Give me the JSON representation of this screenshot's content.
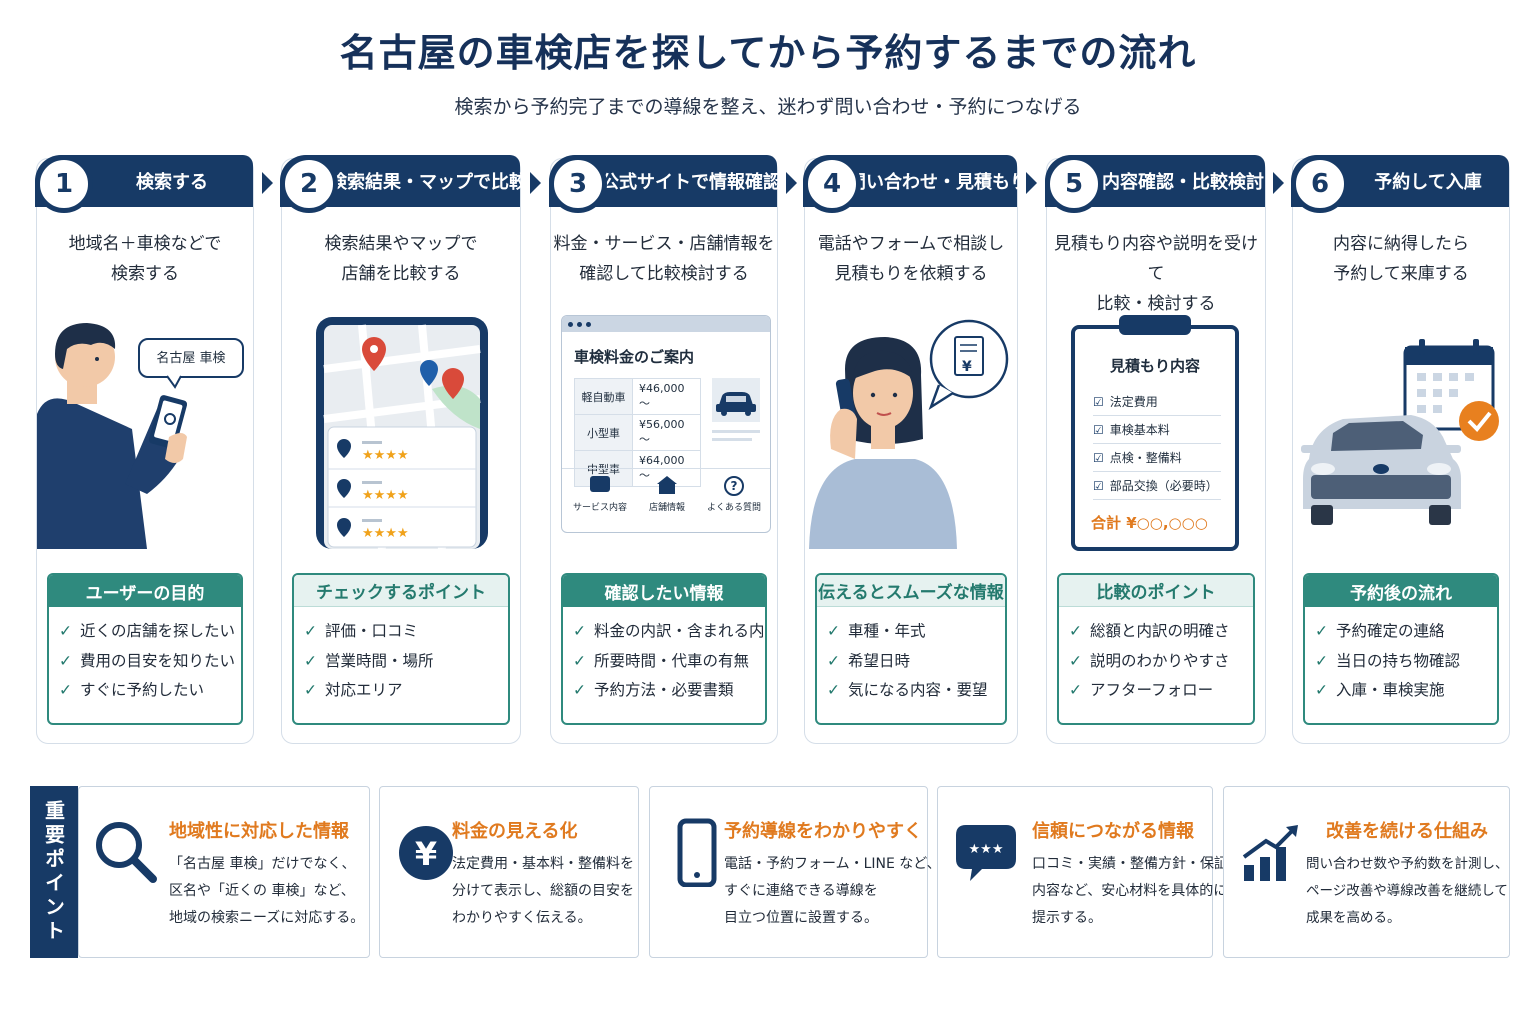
{
  "title": "名古屋の車検店を探してから予約するまでの流れ",
  "subtitle": "検索から予約完了までの導線を整え、迷わず問い合わせ・予約につなげる",
  "steps": [
    {
      "num": "1",
      "title": "検索する",
      "desc1": "地域名＋車検などで",
      "desc2": "検索する",
      "search_bubble": "名古屋 車検",
      "box_title": "ユーザーの目的",
      "items": [
        "近くの店舗を探したい",
        "費用の目安を知りたい",
        "すぐに予約したい"
      ]
    },
    {
      "num": "2",
      "title": "検索結果・マップで比較",
      "desc1": "検索結果やマップで",
      "desc2": "店舗を比較する",
      "box_title": "チェックするポイント",
      "items": [
        "評価・口コミ",
        "営業時間・場所",
        "対応エリア"
      ]
    },
    {
      "num": "3",
      "title": "公式サイトで情報確認",
      "desc1": "料金・サービス・店舗情報を",
      "desc2": "確認して比較検討する",
      "site_title": "車検料金のご案内",
      "price_rows": [
        {
          "type": "軽自動車",
          "price": "¥46,000～"
        },
        {
          "type": "小型車",
          "price": "¥56,000～"
        },
        {
          "type": "中型車",
          "price": "¥64,000～"
        }
      ],
      "site_icons": [
        "サービス内容",
        "店舗情報",
        "よくある質問"
      ],
      "box_title": "確認したい情報",
      "items": [
        "料金の内訳・含まれる内容",
        "所要時間・代車の有無",
        "予約方法・必要書類"
      ]
    },
    {
      "num": "4",
      "title": "問い合わせ・見積もり",
      "desc1": "電話やフォームで相談し",
      "desc2": "見積もりを依頼する",
      "box_title": "伝えるとスムーズな情報",
      "items": [
        "車種・年式",
        "希望日時",
        "気になる内容・要望"
      ]
    },
    {
      "num": "5",
      "title": "内容確認・比較検討",
      "desc1": "見積もり内容や説明を受けて",
      "desc2": "比較・検討する",
      "clip_title": "見積もり内容",
      "clip_items": [
        "法定費用",
        "車検基本料",
        "点検・整備料",
        "部品交換（必要時）"
      ],
      "clip_total": "合計 ¥○○,○○○",
      "box_title": "比較のポイント",
      "items": [
        "総額と内訳の明確さ",
        "説明のわかりやすさ",
        "アフターフォロー"
      ]
    },
    {
      "num": "6",
      "title": "予約して入庫",
      "desc1": "内容に納得したら",
      "desc2": "予約して来庫する",
      "box_title": "予約後の流れ",
      "items": [
        "予約確定の連絡",
        "当日の持ち物確認",
        "入庫・車検実施"
      ]
    }
  ],
  "bottom": {
    "label": "重要ポイント",
    "panels": [
      {
        "icon": "magnifier-icon",
        "title": "地域性に対応した情報",
        "lines": [
          "「名古屋 車検」だけでなく、",
          "区名や「近くの 車検」など、",
          "地域の検索ニーズに対応する。"
        ]
      },
      {
        "icon": "yen-icon",
        "title": "料金の見える化",
        "lines": [
          "法定費用・基本料・整備料を",
          "分けて表示し、総額の目安を",
          "わかりやすく伝える。"
        ]
      },
      {
        "icon": "smartphone-icon",
        "title": "予約導線をわかりやすく",
        "lines": [
          "電話・予約フォーム・LINE など、",
          "すぐに連絡できる導線を",
          "目立つ位置に設置する。"
        ]
      },
      {
        "icon": "review-bubble-icon",
        "title": "信頼につながる情報",
        "lines": [
          "口コミ・実績・整備方針・保証",
          "内容など、安心材料を具体的に",
          "提示する。"
        ]
      },
      {
        "icon": "growth-chart-icon",
        "title": "改善を続ける仕組み",
        "lines": [
          "問い合わせ数や予約数を計測し、",
          "ページ改善や導線改善を継続して",
          "成果を高める。"
        ]
      }
    ]
  },
  "colors": {
    "navy": "#173a66",
    "teal": "#2f8a7e",
    "orange": "#e07a1f",
    "map_pin_red": "#d94a3a"
  }
}
